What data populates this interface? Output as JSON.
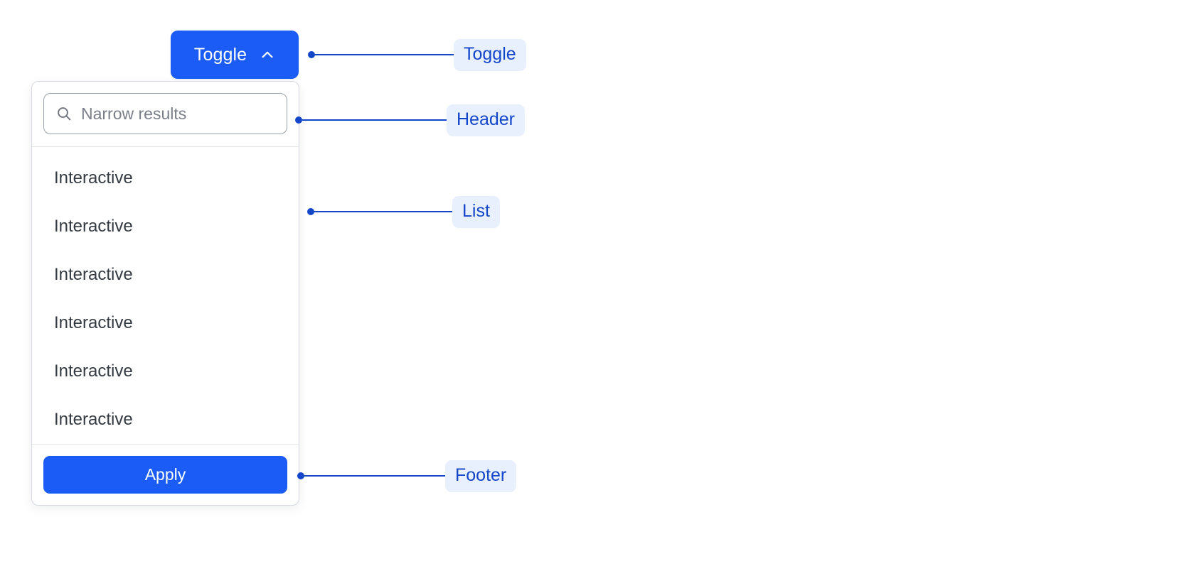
{
  "toggle": {
    "label": "Toggle",
    "icon": "chevron-up-icon",
    "background": "#1a5cf5",
    "text_color": "#ffffff",
    "expanded": true
  },
  "dropdown": {
    "header": {
      "search": {
        "icon": "search-icon",
        "placeholder": "Narrow results",
        "value": ""
      }
    },
    "list": {
      "items": [
        {
          "label": "Interactive"
        },
        {
          "label": "Interactive"
        },
        {
          "label": "Interactive"
        },
        {
          "label": "Interactive"
        },
        {
          "label": "Interactive"
        },
        {
          "label": "Interactive"
        }
      ]
    },
    "footer": {
      "apply_label": "Apply",
      "apply_background": "#1a5cf5"
    }
  },
  "annotations": {
    "accent_color": "#1346c8",
    "chip_background": "#e8f0fe",
    "items": [
      {
        "label": "Toggle"
      },
      {
        "label": "Header"
      },
      {
        "label": "List"
      },
      {
        "label": "Footer"
      }
    ]
  }
}
